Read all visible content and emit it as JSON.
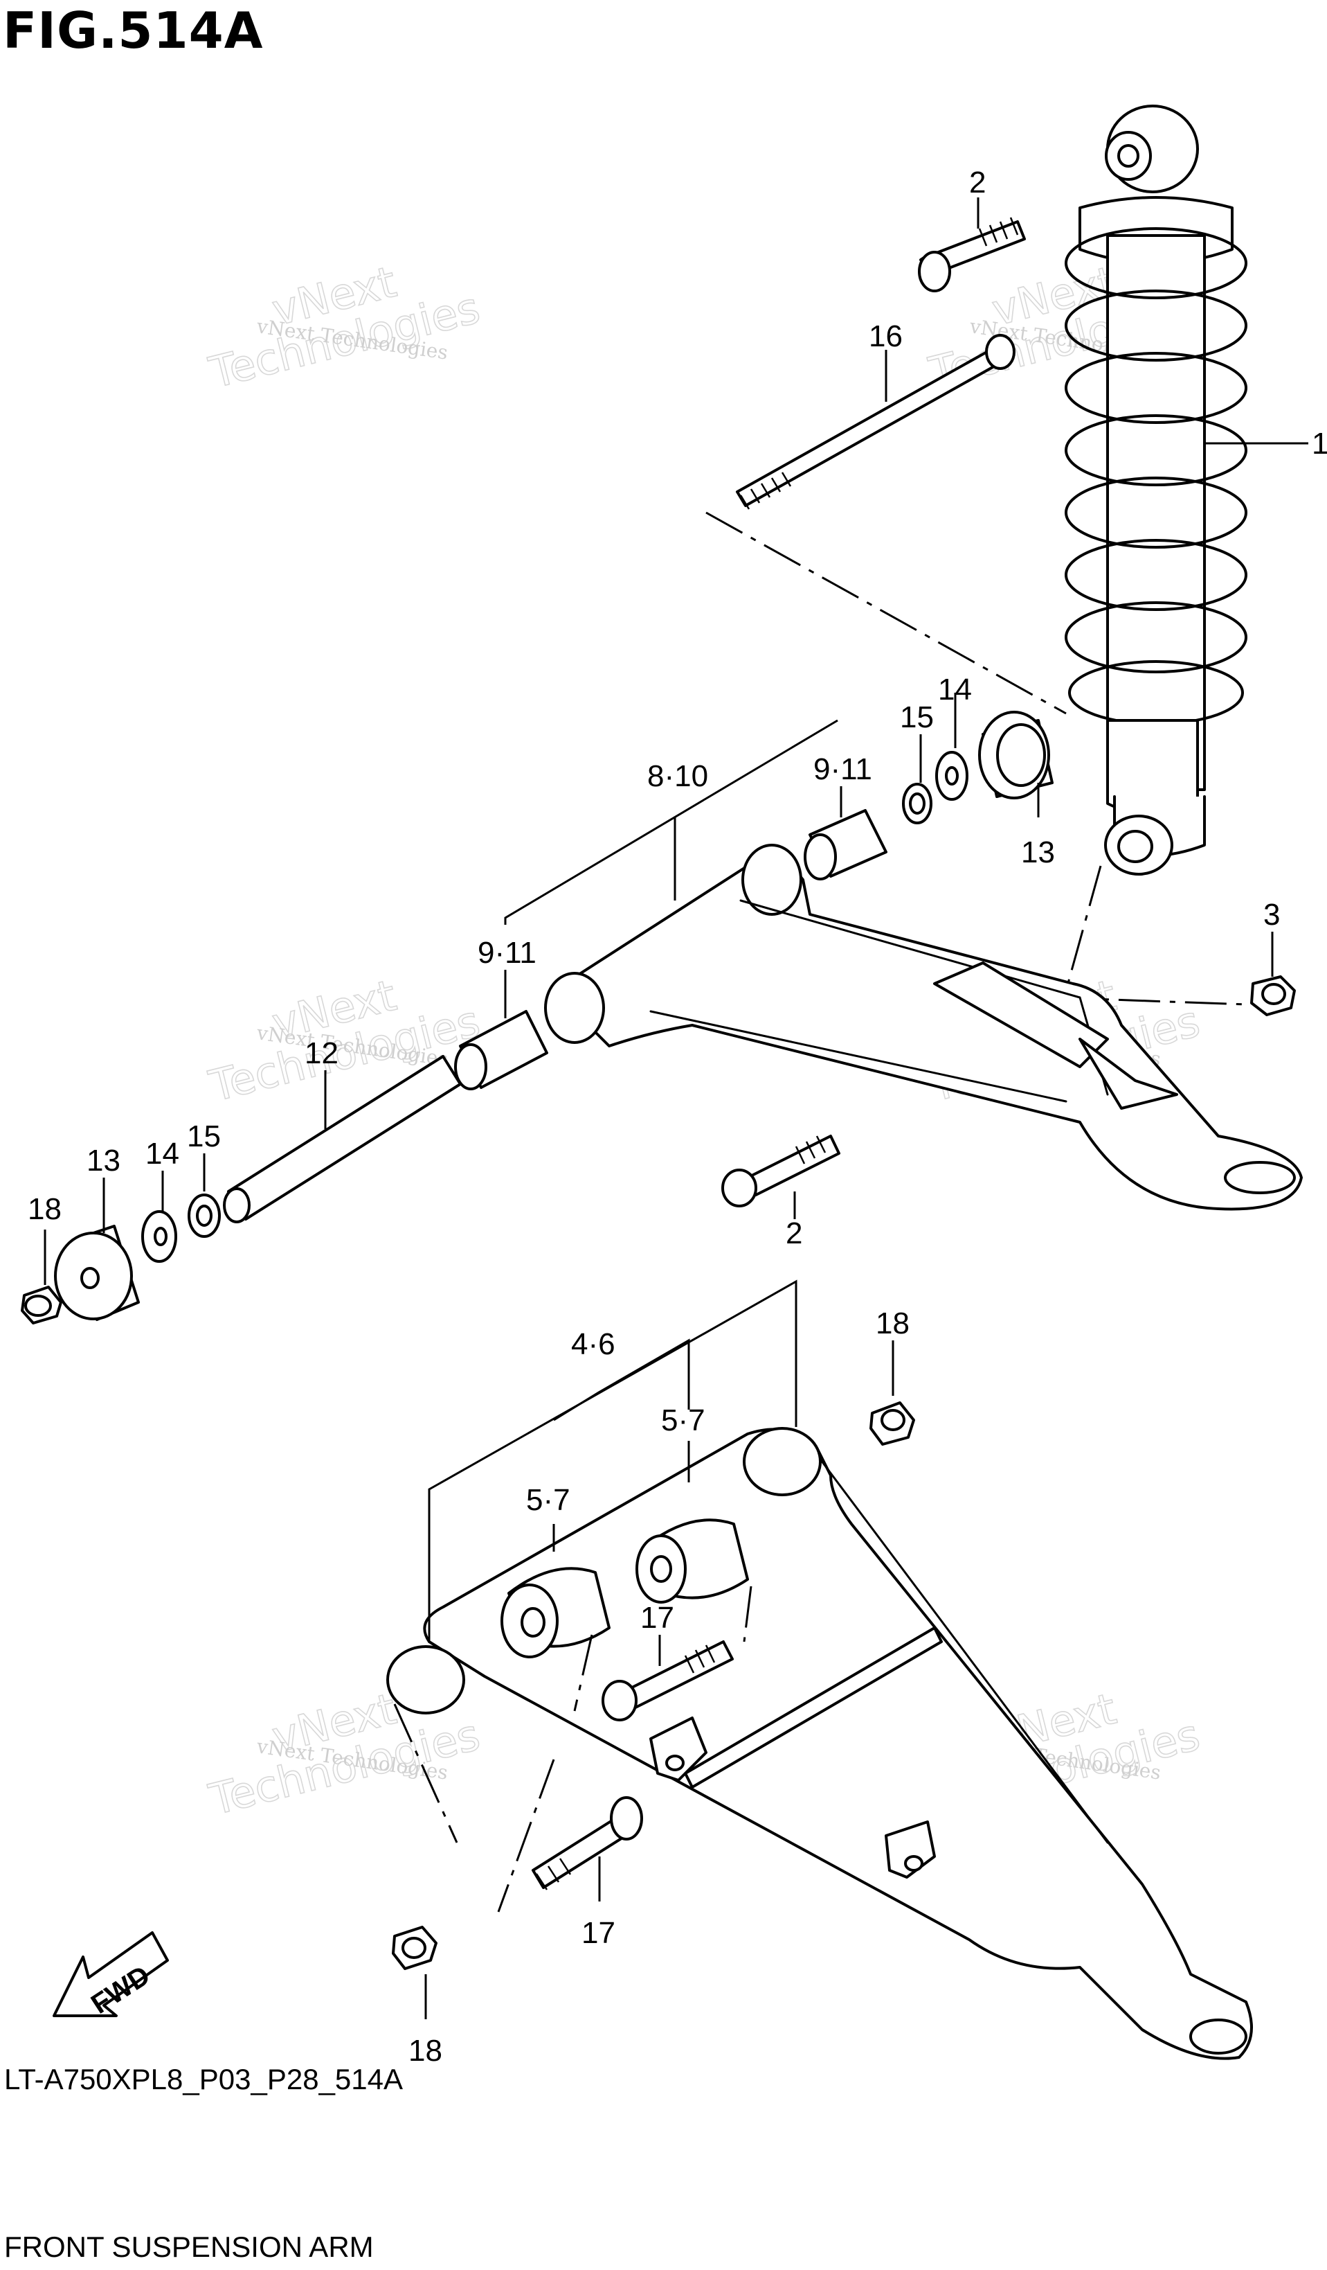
{
  "figure": {
    "title": "FIG.514A",
    "ref_code": "LT-A750XPL8_P03_P28_514A",
    "caption": "FRONT SUSPENSION ARM"
  },
  "watermark": {
    "line1": "vNext",
    "line2": "Technologies",
    "small": "vNext Technologies"
  },
  "fwd_label": "FWD",
  "callouts": {
    "c1": "1",
    "c2a": "2",
    "c2b": "2",
    "c3": "3",
    "c4_6": "4·6",
    "c5_7a": "5·7",
    "c5_7b": "5·7",
    "c8_10": "8·10",
    "c9_11a": "9·11",
    "c9_11b": "9·11",
    "c12": "12",
    "c13a": "13",
    "c13b": "13",
    "c14a": "14",
    "c14b": "14",
    "c15a": "15",
    "c15b": "15",
    "c16": "16",
    "c17a": "17",
    "c17b": "17",
    "c18a": "18",
    "c18b": "18",
    "c18c": "18"
  }
}
